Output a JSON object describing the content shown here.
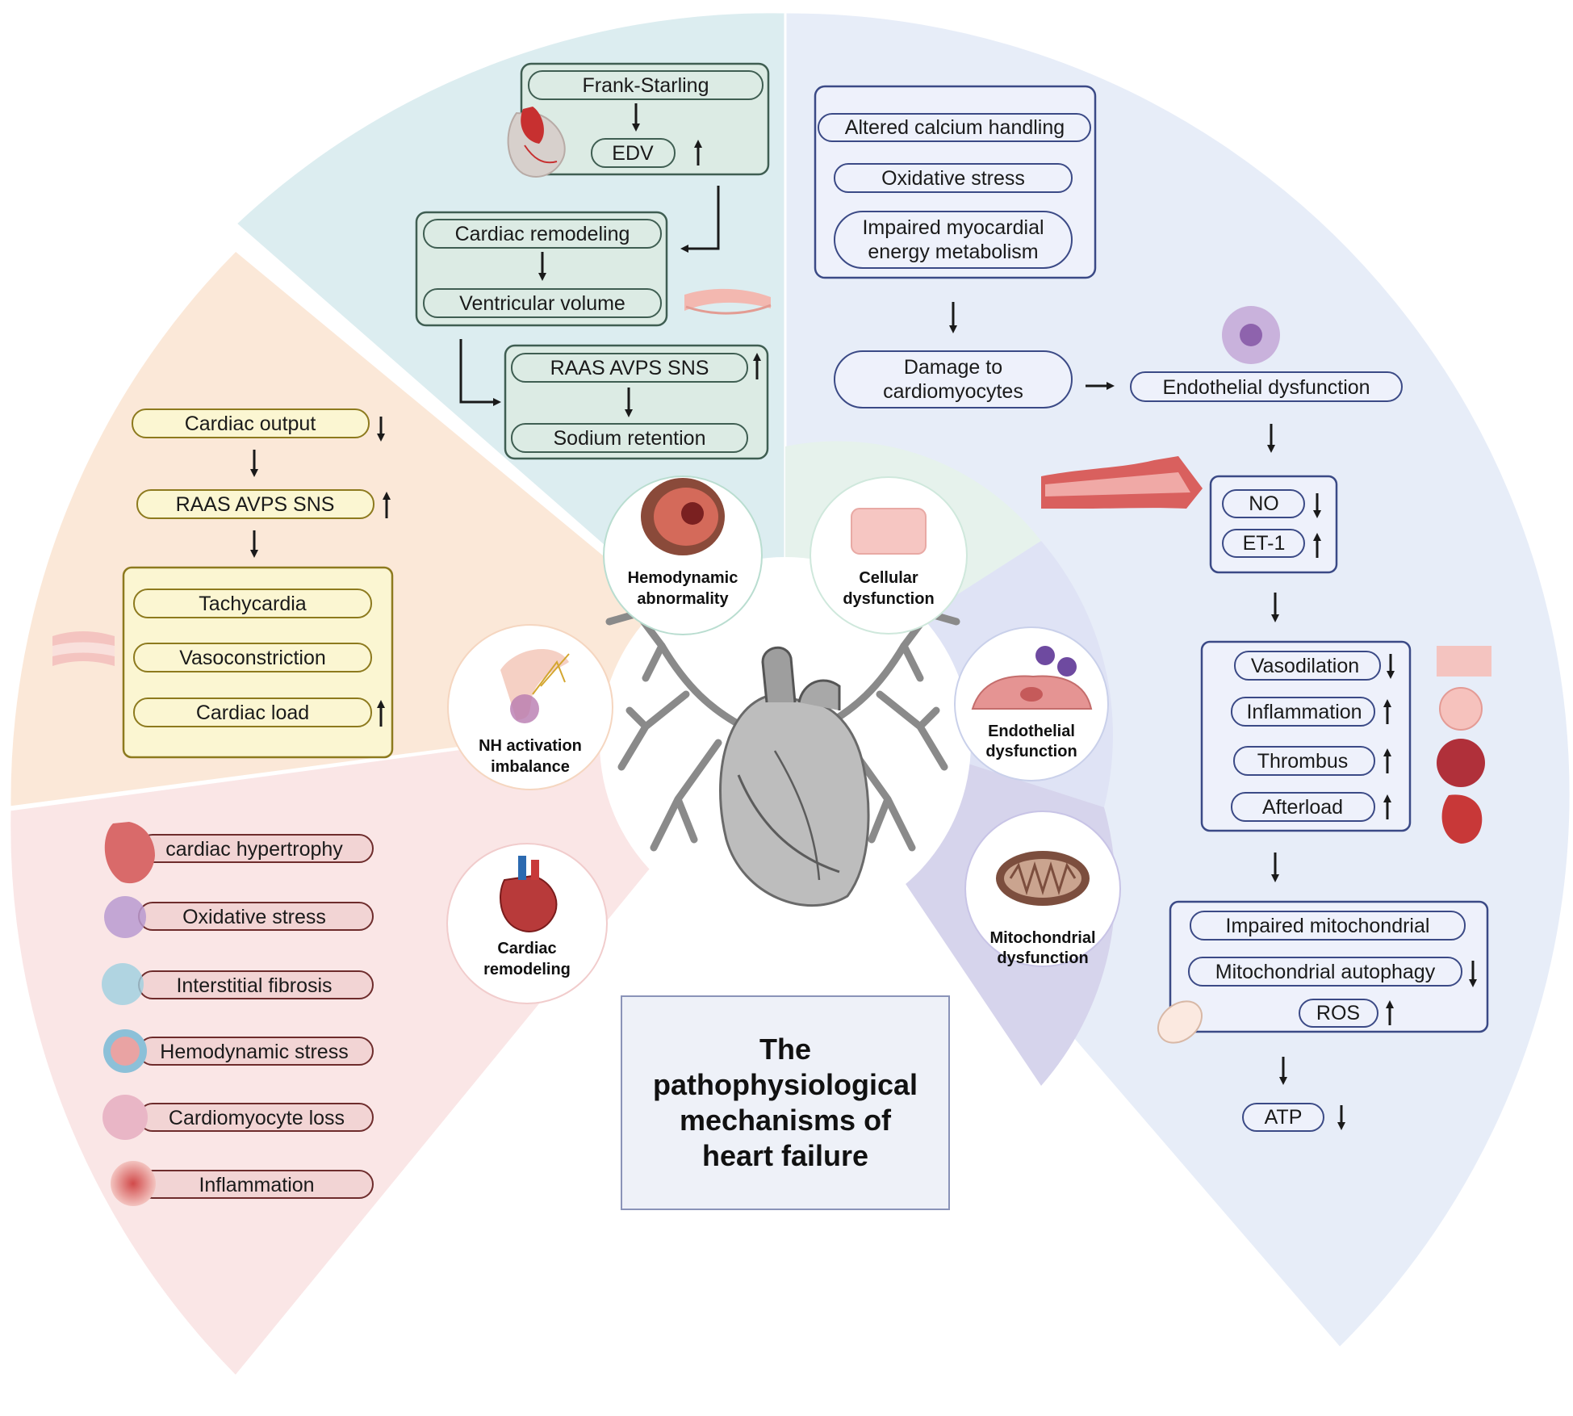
{
  "title": {
    "lines": [
      "The",
      "pathophysiological",
      "mechanisms of",
      "heart failure"
    ]
  },
  "center_labels": {
    "hemodynamic": [
      "Hemodynamic",
      "abnormality"
    ],
    "cellular": [
      "Cellular",
      "dysfunction"
    ],
    "endothelial": [
      "Endothelial",
      "dysfunction"
    ],
    "mitochondrial": [
      "Mitochondrial",
      "dysfunction"
    ],
    "nh": [
      "NH activation",
      "imbalance"
    ],
    "remodeling": [
      "Cardiac",
      "remodeling"
    ]
  },
  "hemodynamic_section": {
    "frank_starling": "Frank-Starling",
    "edv": "EDV",
    "cardiac_remodeling": "Cardiac remodeling",
    "ventricular_volume": "Ventricular volume",
    "raas": "RAAS AVPS SNS",
    "sodium_retention": "Sodium retention"
  },
  "nh_section": {
    "cardiac_output": "Cardiac output",
    "raas": "RAAS AVPS SNS",
    "tachycardia": "Tachycardia",
    "vasoconstriction": "Vasoconstriction",
    "cardiac_load": "Cardiac load"
  },
  "remodeling_section": {
    "items": [
      "cardiac hypertrophy",
      "Oxidative stress",
      "Interstitial fibrosis",
      "Hemodynamic stress",
      "Cardiomyocyte loss",
      "Inflammation"
    ]
  },
  "cellular_section": {
    "calcium": "Altered calcium handling",
    "oxidative": "Oxidative stress",
    "energy": [
      "Impaired myocardial",
      "energy metabolism"
    ],
    "damage": [
      "Damage to",
      "cardiomyocytes"
    ],
    "endothelial": "Endothelial dysfunction",
    "no": "NO",
    "et1": "ET-1",
    "vasodilation": "Vasodilation",
    "inflammation": "Inflammation",
    "thrombus": "Thrombus",
    "afterload": "Afterload",
    "impaired_mito": "Impaired mitochondrial",
    "mito_autophagy": "Mitochondrial autophagy",
    "ros": "ROS",
    "atp": "ATP"
  },
  "colors": {
    "hemodynamic_bg": "#dcedf0",
    "hemodynamic_pill": "#dcebe4",
    "hemodynamic_stroke": "#3f5e52",
    "nh_bg": "#fbe8d8",
    "nh_pill": "#fbf6d2",
    "nh_stroke": "#8d7a1e",
    "remodeling_bg": "#fae6e6",
    "remodeling_pill": "#f2d4d4",
    "remodeling_stroke": "#6e2c2c",
    "cellular_bg": "#e7edf8",
    "cellular_pill": "#eef1fb",
    "cellular_stroke": "#3b4a86"
  },
  "icons": [
    "heart-anatomy-icon",
    "muscle-fiber-icon",
    "blood-vessel-icon",
    "macrophage-icon",
    "mitochondrion-icon",
    "thrombus-icon",
    "cardiomyocyte-icon",
    "nerve-icon",
    "endothelial-cell-icon",
    "heart-lungs-icon"
  ]
}
